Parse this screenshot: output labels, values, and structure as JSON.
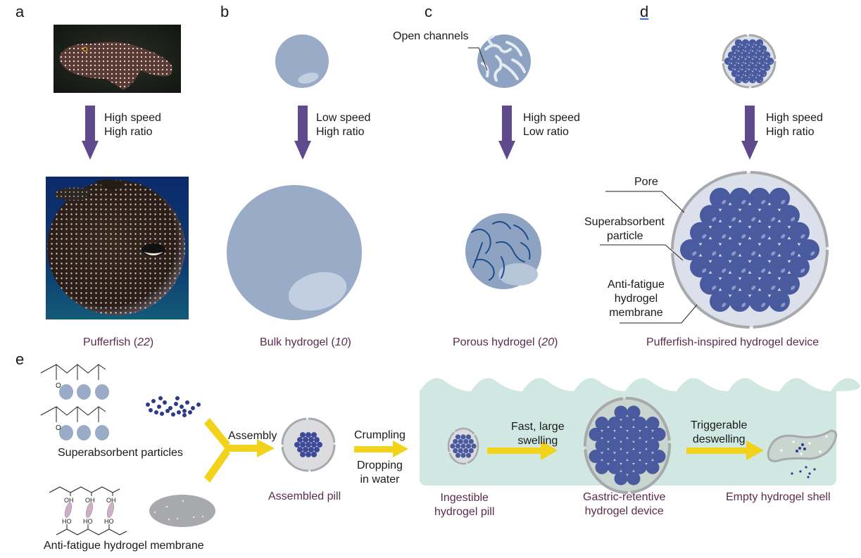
{
  "panels": {
    "a": {
      "letter": "a",
      "arrow_line1": "High speed",
      "arrow_line2": "High ratio",
      "caption_main": "Pufferfish (",
      "caption_ref": "22",
      "caption_end": ")"
    },
    "b": {
      "letter": "b",
      "arrow_line1": "Low speed",
      "arrow_line2": "High ratio",
      "caption_main": "Bulk hydrogel (",
      "caption_ref": "10",
      "caption_end": ")"
    },
    "c": {
      "letter": "c",
      "label_open_channels": "Open channels",
      "arrow_line1": "High speed",
      "arrow_line2": "Low ratio",
      "caption_main": "Porous hydrogel (",
      "caption_ref": "20",
      "caption_end": ")"
    },
    "d": {
      "letter": "d",
      "arrow_line1": "High speed",
      "arrow_line2": "High ratio",
      "label_pore": "Pore",
      "label_particle_1": "Superabsorbent",
      "label_particle_2": "particle",
      "label_membrane_1": "Anti-fatigue",
      "label_membrane_2": "hydrogel",
      "label_membrane_3": "membrane",
      "caption": "Pufferfish-inspired hydrogel device"
    },
    "e": {
      "letter": "e",
      "superabsorbent_label": "Superabsorbent particles",
      "membrane_label": "Anti-fatigue hydrogel membrane",
      "assembly_label": "Assembly",
      "assembled_pill_caption": "Assembled pill",
      "crumpling_label": "Crumpling",
      "dropping_label_1": "Dropping",
      "dropping_label_2": "in water",
      "swelling_label_1": "Fast, large",
      "swelling_label_2": "swelling",
      "deswelling_label_1": "Triggerable",
      "deswelling_label_2": "deswelling",
      "pill_caption_1": "Ingestible",
      "pill_caption_2": "hydrogel pill",
      "device_caption_1": "Gastric-retentive",
      "device_caption_2": "hydrogel device",
      "shell_caption": "Empty hydrogel shell",
      "chem_oh": "OH",
      "chem_ho": "HO",
      "chem_o": "O"
    }
  },
  "colors": {
    "arrow_purple": "#5e4a8c",
    "caption_purple": "#5b2a4f",
    "hydrogel_blue": "#99abc6",
    "particle_navy": "#4a5a9f",
    "membrane_gray": "#a7a9ac",
    "yellow_arrow": "#f3d21c",
    "stomach_green": "#d0e8e1"
  }
}
